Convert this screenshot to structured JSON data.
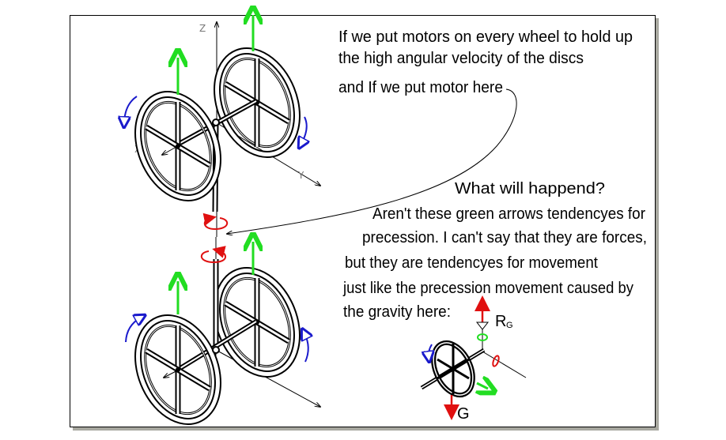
{
  "diagram": {
    "axis_labels": {
      "z": "Z",
      "x": "X",
      "y": "Y"
    },
    "text_lines": [
      "If we put motors on every wheel to hold up",
      "the high angular velocity of the discs",
      "and If we put motor here",
      "What will happend?",
      "Aren't these green arrows tendencyes for",
      "precession. I can't say that they are forces,",
      "but they are tendencyes for movement",
      "just like the precession movement caused by",
      "the gravity here:"
    ],
    "force_labels": {
      "reaction": "R",
      "reaction_sub": "G",
      "gravity": "G"
    },
    "colors": {
      "green": "#22dd22",
      "blue": "#1a1acc",
      "red": "#e01010",
      "frame_shadow": "#a8a8a0"
    }
  }
}
